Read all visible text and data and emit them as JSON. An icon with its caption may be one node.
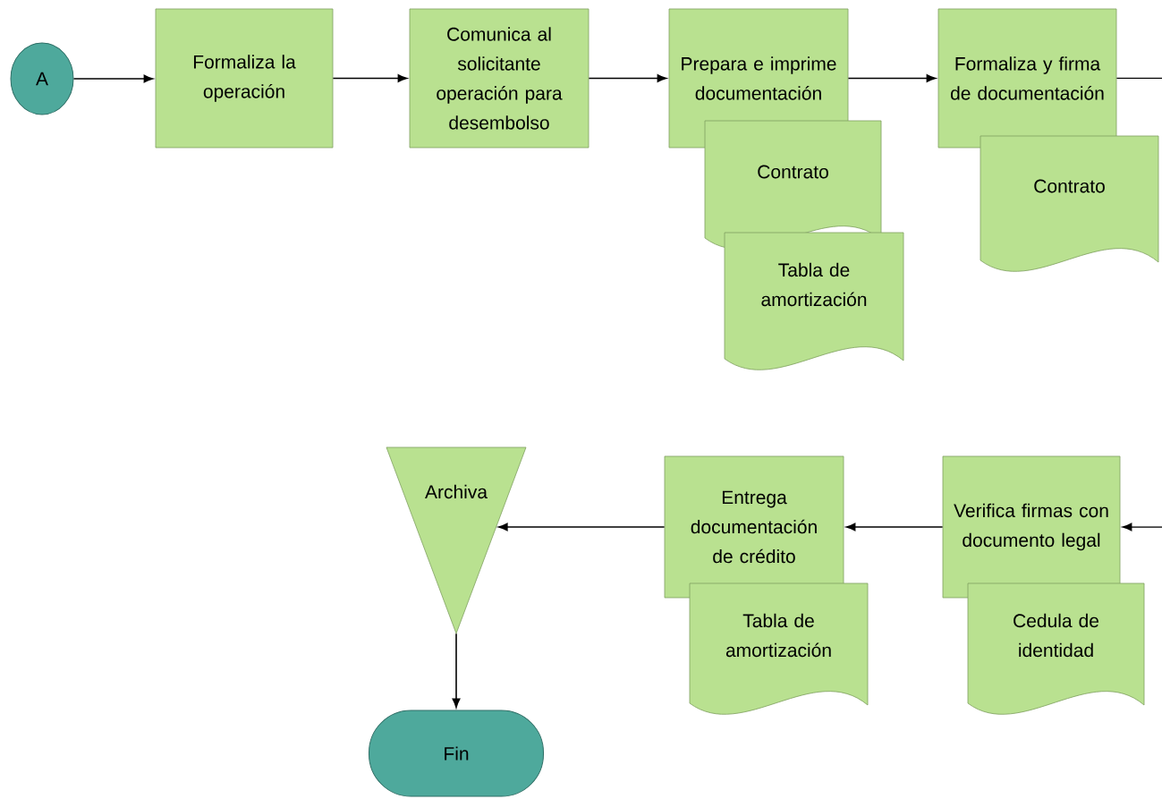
{
  "diagram": {
    "nodes": [
      {
        "text": [
          "A"
        ]
      },
      {
        "text": [
          "Formaliza la operación"
        ]
      },
      {
        "text": [
          "Comunica al solicitante operación para desembolso"
        ]
      },
      {
        "text": [
          "Prepara e imprime documentación"
        ]
      },
      {
        "text": [
          "Contrato"
        ]
      },
      {
        "text": [
          "Tabla de amortización"
        ]
      },
      {
        "text": [
          "Formaliza y firma de documentación"
        ]
      },
      {
        "text": [
          "Contrato"
        ]
      },
      {
        "text": [
          "Archiva"
        ]
      },
      {
        "text": [
          "Entrega documentación de crédito"
        ]
      },
      {
        "text": [
          "Tabla de amortización"
        ]
      },
      {
        "text": [
          "Verifica firmas con documento legal"
        ]
      },
      {
        "text": [
          "Cedula de identidad"
        ]
      },
      {
        "text": [
          "Fin"
        ]
      }
    ],
    "edges": [
      {
        "from": 0,
        "to": 1,
        "arrow": "to"
      },
      {
        "from": 1,
        "to": 2,
        "arrow": "to"
      },
      {
        "from": 2,
        "to": 3,
        "arrow": "to"
      },
      {
        "from": 3,
        "to": 6,
        "arrow": "to"
      },
      {
        "from": 6,
        "to": null,
        "arrow": "none"
      },
      {
        "from": null,
        "to": 11,
        "arrow": "to"
      },
      {
        "from": 11,
        "to": 9,
        "arrow": "to"
      },
      {
        "from": 9,
        "to": 8,
        "arrow": "to"
      },
      {
        "from": 8,
        "to": 13,
        "arrow": "to"
      }
    ]
  }
}
